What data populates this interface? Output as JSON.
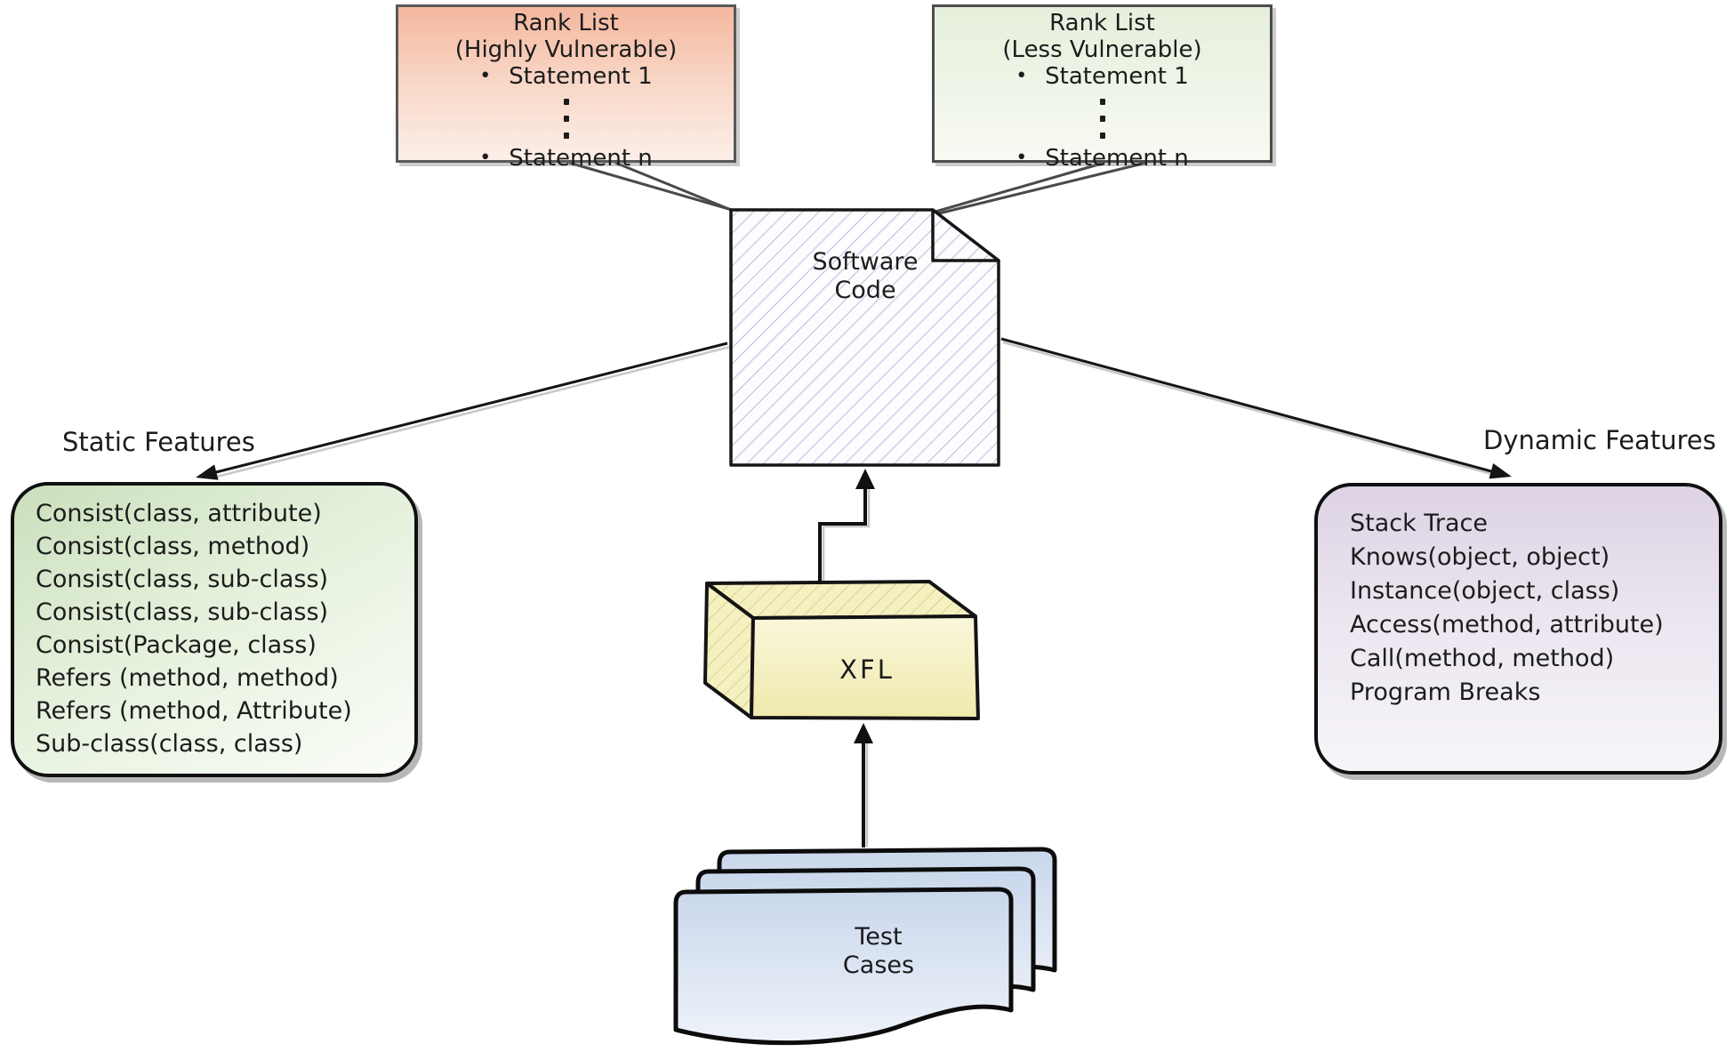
{
  "diagram": {
    "rank_high": {
      "title": "Rank List",
      "subtitle": "(Highly Vulnerable)",
      "bullet": "•",
      "item_first": "Statement 1",
      "item_last": "Statement n"
    },
    "rank_less": {
      "title": "Rank List",
      "subtitle": "(Less Vulnerable)",
      "bullet": "•",
      "item_first": "Statement 1",
      "item_last": "Statement n"
    },
    "software_code": {
      "line1": "Software",
      "line2": "Code"
    },
    "static_features": {
      "label": "Static Features",
      "items": [
        "Consist(class, attribute)",
        "Consist(class, method)",
        "Consist(class, sub-class)",
        "Consist(class, sub-class)",
        "Consist(Package, class)",
        "Refers (method, method)",
        "Refers (method, Attribute)",
        "Sub-class(class, class)"
      ]
    },
    "dynamic_features": {
      "label": "Dynamic Features",
      "items": [
        "Stack Trace",
        "Knows(object, object)",
        "Instance(object, class)",
        "Access(method, attribute)",
        "Call(method, method)",
        "Program Breaks"
      ]
    },
    "xfl": {
      "label": "XFL"
    },
    "test_cases": {
      "line1": "Test",
      "line2": "Cases"
    },
    "colors": {
      "highly_vulnerable_fill": "#f4b79e",
      "less_vulnerable_fill": "#e6efdb",
      "static_features_fill": "#cadfbc",
      "dynamic_features_fill": "#ddd3e4",
      "xfl_fill": "#f5f0c6",
      "test_cases_fill": "#d3dff0",
      "document_hatch": "#bcc8e3",
      "line_color": "#161616"
    }
  }
}
